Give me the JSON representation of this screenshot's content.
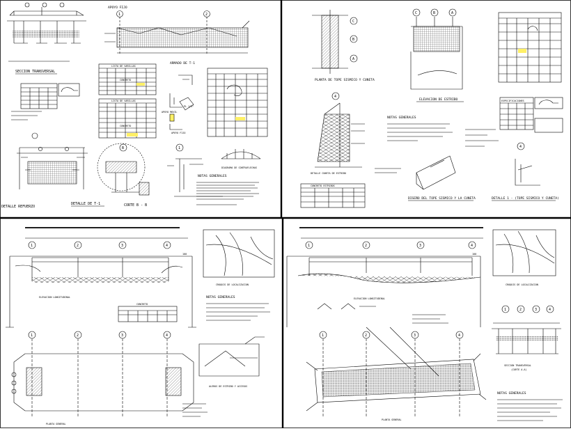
{
  "quadrants": {
    "tl": {
      "titles": {
        "seccion_transversal": "SECCION TRANSVERSAL",
        "apoyo_fijo": "APOYO FIJO",
        "lista_varillas_1": "LISTA DE VARILLAS",
        "lista_varillas_2": "LISTA DE VARILLAS",
        "concreto_1": "CONCRETO",
        "concreto_2": "CONCRETO",
        "apoyo_movil": "APOYO MOVIL",
        "apoyo_fijo_small": "APOYO FIJO",
        "armado_viga": "ARMADO DE T-1",
        "detalle_refuerzo": "DETALLE REFUERZO",
        "detalle_t1": "DETALLE DE T-1",
        "corte_b": "CORTE B - B",
        "diagrama_contraflechas": "DIAGRAMA DE CONTRAFLECHAS",
        "notas_generales": "NOTAS GENERALES"
      },
      "bubbles": [
        "1",
        "2",
        "1"
      ]
    },
    "tr": {
      "titles": {
        "planta_tope": "PLANTA DE TOPE SISMICO Y CUNETA",
        "elevacion": "ELEVACION DE ESTRIBO",
        "notas_generales": "NOTAS GENERALES",
        "detalle_cuneta": "DETALLE CUNETA DE ESTRIBO",
        "diseno_tope": "DISEÑO DEL TOPE SISMICO Y LA CUNETA",
        "detalle_tope": "DETALLE 1 - (TOPE SISMICO Y CUNETA)",
        "concreto_estribos": "CONCRETO ESTRIBOS",
        "especificaciones": "ESPECIFICACIONES"
      },
      "bubbles": [
        "C",
        "B",
        "A",
        "C",
        "B",
        "A",
        "4",
        "4"
      ]
    },
    "bl": {
      "titles": {
        "elevacion_longitudinal": "ELEVACION LONGITUDINAL",
        "croquis": "CROQUIS DE LOCALIZACION",
        "notas_generales": "NOTAS GENERALES",
        "concreto": "CONCRETO",
        "planta_general": "PLANTA GENERAL",
        "aleros": "ALEROS DE ESTRIBO Y ACCESOS",
        "cota_100": "100"
      },
      "bubbles": [
        "1",
        "2",
        "3",
        "4",
        "1",
        "2",
        "3",
        "4"
      ]
    },
    "br": {
      "titles": {
        "elevacion_longitudinal": "ELEVACION LONGITUDINAL",
        "croquis": "CROQUIS DE LOCALIZACION",
        "seccion_transversal": "SECCION TRANSVERSAL",
        "corte": "(CORTE A-A)",
        "notas_generales": "NOTAS GENERALES",
        "planta_general": "PLANTA GENERAL",
        "cota_100": "100"
      },
      "bubbles": [
        "1",
        "2",
        "3",
        "4",
        "1",
        "2",
        "3",
        "4",
        "1",
        "2",
        "3",
        "4"
      ]
    }
  },
  "colors": {
    "line": "#000000",
    "highlight": "#fff066",
    "background": "#ffffff"
  }
}
